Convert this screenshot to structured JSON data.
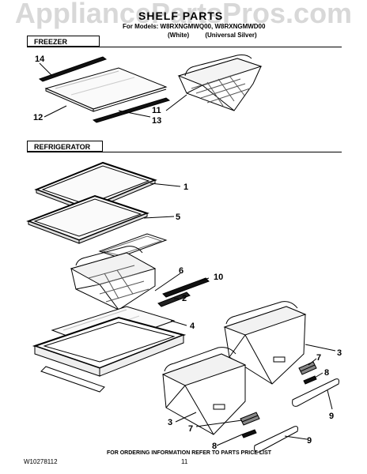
{
  "watermark": "AppliancePartsPros.com",
  "header": {
    "title": "SHELF PARTS",
    "models": "For Models: W8RXNGMWQ00, W8RXNGMWD00",
    "variant_white": "(White)",
    "variant_silver": "(Universal Silver)"
  },
  "sections": {
    "freezer": "FREEZER",
    "refrigerator": "REFRIGERATOR"
  },
  "callouts": [
    "14",
    "12",
    "11",
    "13",
    "1",
    "5",
    "6",
    "10",
    "2",
    "4",
    "3",
    "7",
    "8",
    "9",
    "3",
    "7",
    "8",
    "9"
  ],
  "footer": {
    "ordering": "FOR ORDERING INFORMATION REFER TO PARTS PRICE LIST",
    "doc_code": "W10278112",
    "page_number": "11"
  },
  "colors": {
    "line": "#000000",
    "watermark": "#d8d8d8"
  }
}
